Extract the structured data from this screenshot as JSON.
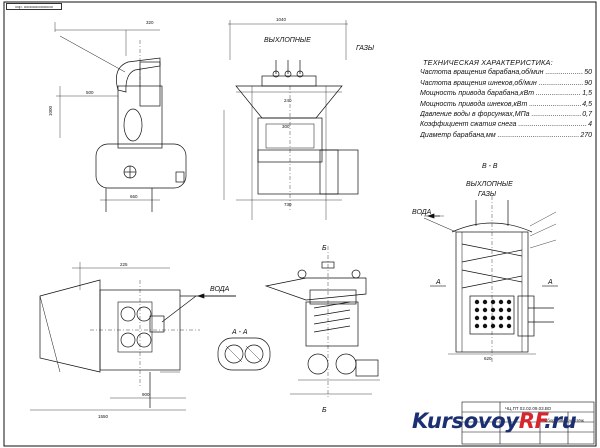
{
  "sheet": {
    "stamp_text": "cop. ooooooooooooo",
    "title_block_code": "ЧЦ.ПТ 02.02.09.03.ВО",
    "title_block_name": "Сборочный чертёж"
  },
  "labels": {
    "gases_1": "ВЫХЛОПНЫЕ",
    "gases_2": "ГАЗЫ",
    "section_bb": "В - В",
    "gases_3": "ВЫХЛОПНЫЕ",
    "gases_4": "ГАЗЫ",
    "water_1": "ВОДА",
    "water_2": "ВОДА",
    "section_aa": "А - А",
    "a_left": "А",
    "a_right": "А",
    "b_top": "Б",
    "b_bottom": "Б"
  },
  "specs": {
    "title": "ТЕХНИЧЕСКАЯ ХАРАКТЕРИСТИКА:",
    "rows": [
      {
        "label": "Частота вращения барабана,об/мин",
        "value": "50"
      },
      {
        "label": "Частота вращения шнеков,об/мин",
        "value": "90"
      },
      {
        "label": "Мощность привода барабана,кВт",
        "value": "1,5"
      },
      {
        "label": "Мощность привода шнеков,кВт",
        "value": "4,5"
      },
      {
        "label": "Давление воды в форсунках,МПа",
        "value": "0,7"
      },
      {
        "label": "Коэффициент сжатия снега",
        "value": "4"
      },
      {
        "label": "Диаметр барабана,мм",
        "value": "270"
      }
    ]
  },
  "logo": {
    "part1": "Kursovoy",
    "part2": "RF",
    "part3": ".ru"
  },
  "dimensions": {
    "d_top_view": "1040",
    "d_240": "240",
    "d_300": "300",
    "d_730": "730",
    "d_320": "320",
    "d_500": "500",
    "d_1000": "1000",
    "d_660": "660",
    "d_900": "900",
    "d_225": "225",
    "d_620": "620",
    "d_1550": "1550"
  }
}
